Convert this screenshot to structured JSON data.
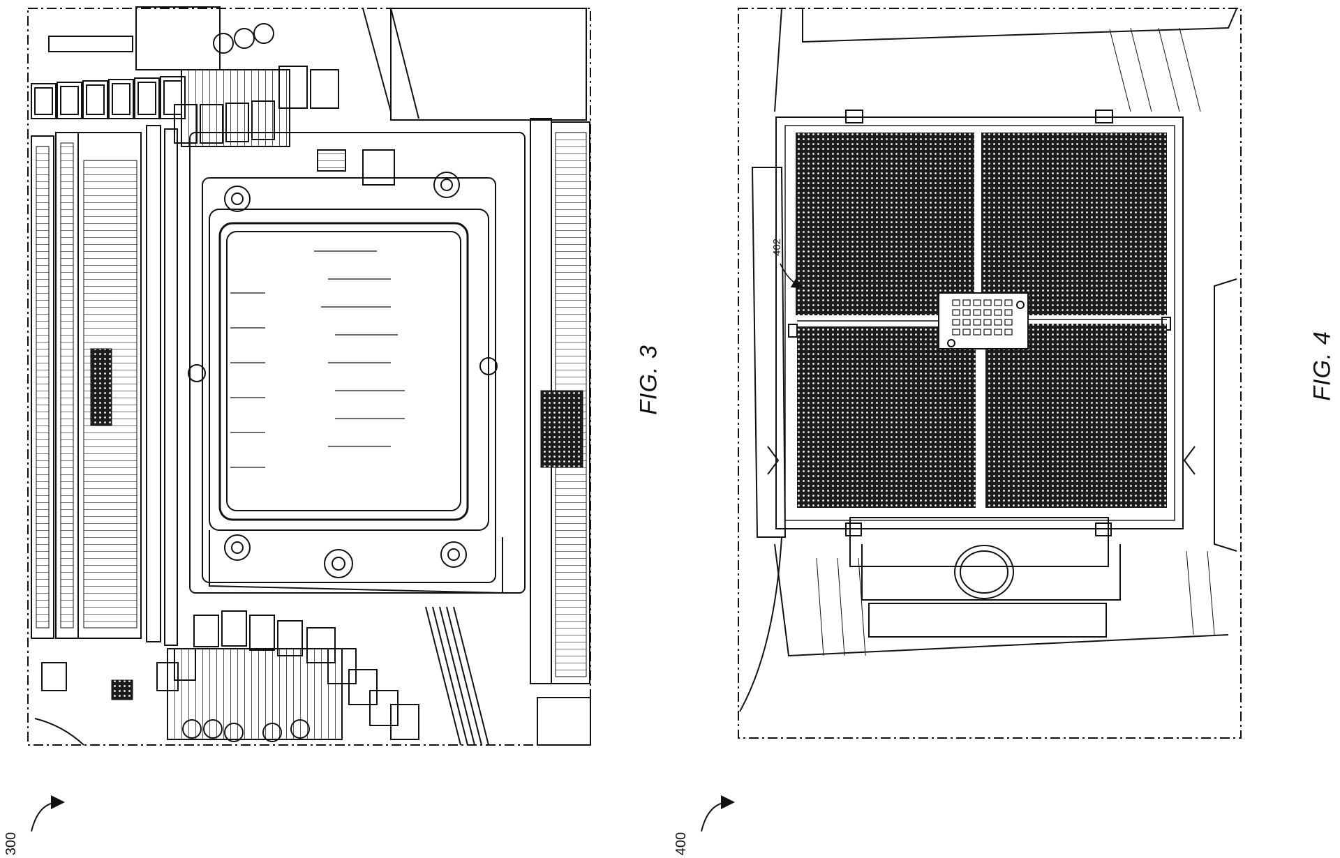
{
  "figures": [
    {
      "caption": "FIG. 3",
      "reference": "300"
    },
    {
      "caption": "FIG. 4",
      "reference": "400",
      "callout": "402"
    }
  ]
}
